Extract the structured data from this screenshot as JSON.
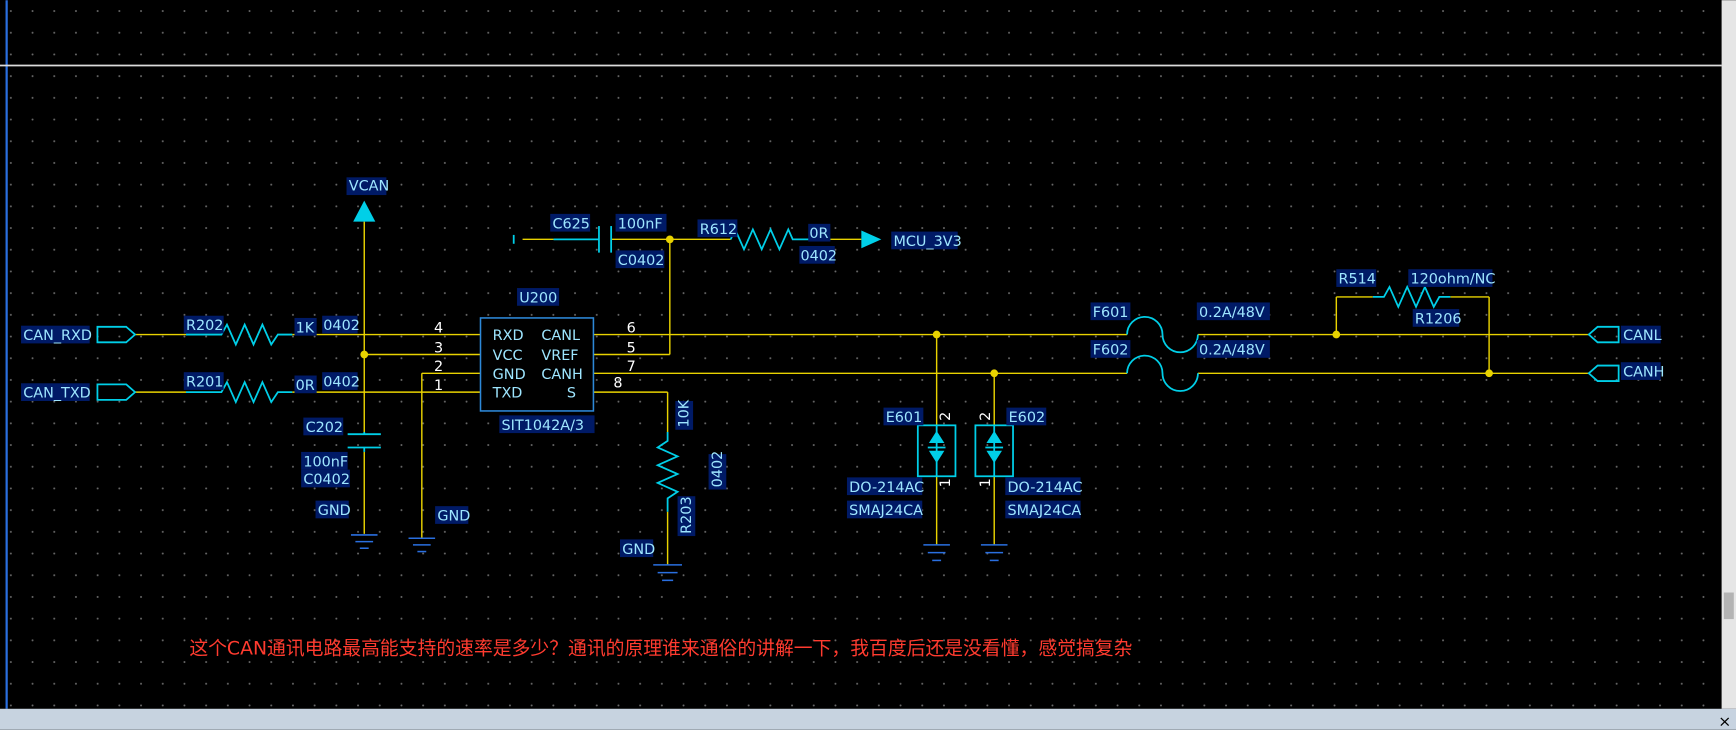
{
  "labels": {
    "vcan": "VCAN",
    "can_rxd": "CAN_RXD",
    "can_txd": "CAN_TXD",
    "r202": "R202",
    "r202_val": "1K",
    "r202_pkg": "0402",
    "r201": "R201",
    "r201_val": "0R",
    "r201_pkg": "0402",
    "c202": "C202",
    "c202_val": "100nF",
    "c202_pkg": "C0402",
    "gnd": "GND",
    "u200": "U200",
    "u200_part": "SIT1042A/3",
    "c625": "C625",
    "c625_val": "100nF",
    "c625_pkg": "C0402",
    "r612": "R612",
    "r612_val": "0R",
    "r612_pkg": "0402",
    "mcu_3v3": "MCU_3V3",
    "r203": "R203",
    "r203_val": "10K",
    "r203_pkg": "0402",
    "f601": "F601",
    "f601_val": "0.2A/48V",
    "f602": "F602",
    "f602_val": "0.2A/48V",
    "r514": "R514",
    "r514_val": "120ohm/NC",
    "r514_pkg": "R1206",
    "canl": "CANL",
    "canh": "CANH",
    "e601": "E601",
    "e602": "E602",
    "diode_pkg": "DO-214AC",
    "diode_part": "SMAJ24CA",
    "pin_1": "1",
    "pin_2": "2"
  },
  "u200_pins": {
    "left": [
      {
        "name": "RXD",
        "num": "4"
      },
      {
        "name": "VCC",
        "num": "3"
      },
      {
        "name": "GND",
        "num": "2"
      },
      {
        "name": "TXD",
        "num": "1"
      }
    ],
    "right": [
      {
        "name": "CANL",
        "num": "6"
      },
      {
        "name": "VREF",
        "num": "5"
      },
      {
        "name": "CANH",
        "num": "7"
      },
      {
        "name": "S",
        "num": "8"
      }
    ]
  },
  "question": "这个CAN通讯电路最高能支持的速率是多少？通讯的原理谁来通俗的讲解一下，我百度后还是没看懂，感觉搞复杂",
  "close_symbol": "×",
  "colors": {
    "background": "#000000",
    "grid_dot": "#6a6a6a",
    "wire": "#e8d200",
    "component": "#00cfe8",
    "label_text": "#9ee6ff",
    "label_bg": "#001a66",
    "ic_outline": "#2d88d8",
    "annotation": "#ff3b2f",
    "scrollbar": "#e6e6e6"
  }
}
